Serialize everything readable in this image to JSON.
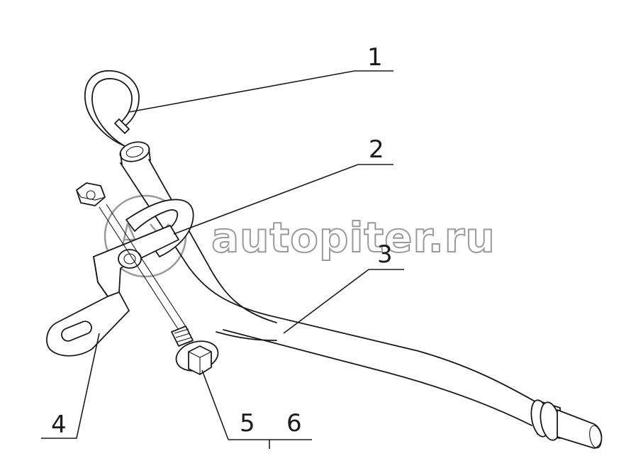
{
  "labels": {
    "l1": "1",
    "l2": "2",
    "l3": "3",
    "l4": "4",
    "l5": "5",
    "l6": "6"
  },
  "watermark": {
    "text": "autopiter.ru"
  }
}
